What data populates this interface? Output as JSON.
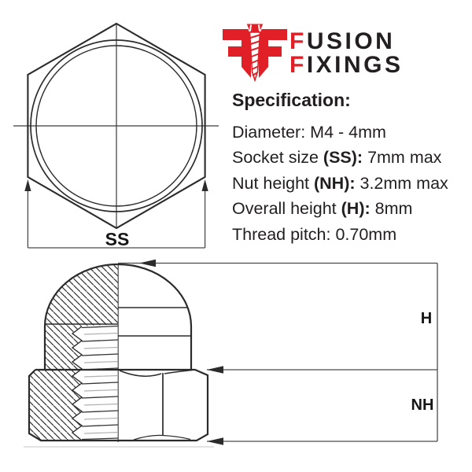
{
  "brand": {
    "line1": {
      "initial": "F",
      "rest": "USION"
    },
    "line2": {
      "initial": "F",
      "rest": "IXINGS"
    },
    "red": "#E01F26",
    "dark": "#231F20"
  },
  "specification": {
    "title": "Specification:",
    "lines": [
      {
        "pre": "Diameter: M4 - 4mm",
        "bold": "",
        "post": ""
      },
      {
        "pre": "Socket size ",
        "bold": "(SS):",
        "post": " 7mm max"
      },
      {
        "pre": "Nut height ",
        "bold": "(NH):",
        "post": " 3.2mm max"
      },
      {
        "pre": "Overall height ",
        "bold": "(H):",
        "post": " 8mm"
      },
      {
        "pre": "Thread pitch: 0.70mm",
        "bold": "",
        "post": ""
      }
    ]
  },
  "top_view": {
    "dimension_label": "SS"
  },
  "section_view": {
    "dimension_label_overall": "H",
    "dimension_label_nut": "NH"
  },
  "colors": {
    "line": "#2b2b2b",
    "dim_line": "#4a4a4a",
    "accent_red": "#E01F26"
  }
}
